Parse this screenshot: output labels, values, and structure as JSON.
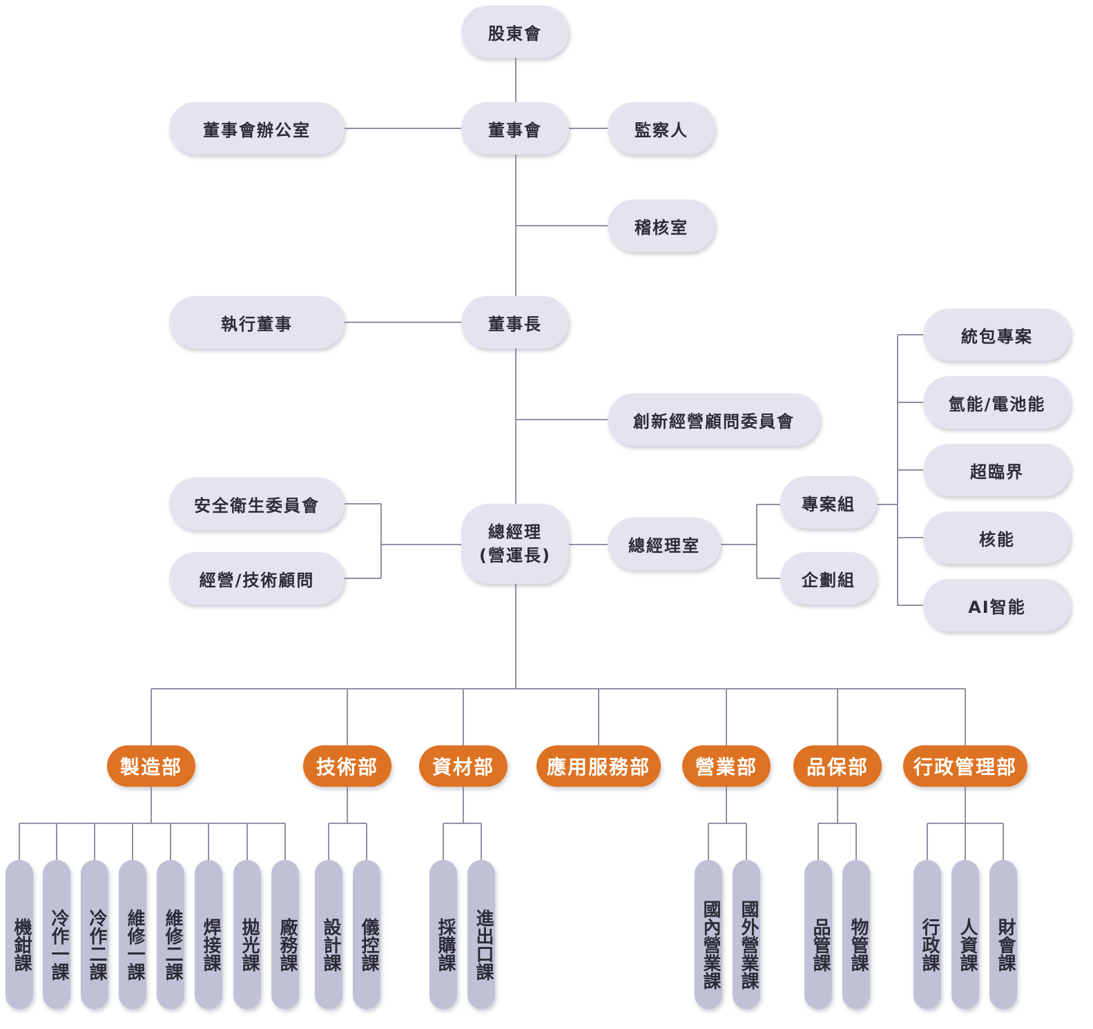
{
  "top": {
    "shareholders": "股東會",
    "board": "董事會",
    "board_office": "董事會辦公室",
    "supervisor": "監察人",
    "audit": "稽核室",
    "chairman": "董事長",
    "exec_director": "執行董事",
    "innovation_committee": "創新經營顧問委員會",
    "gm": "總經理\n(營運長)",
    "safety_committee": "安全衛生委員會",
    "advisors": "經營/技術顧問",
    "gm_office": "總經理室",
    "project_group": "專案組",
    "planning_group": "企劃組"
  },
  "projects": [
    "統包專案",
    "氫能/電池能",
    "超臨界",
    "核能",
    "AI智能"
  ],
  "departments": [
    {
      "name": "製造部",
      "sections": [
        "機鉗課",
        "冷作一課",
        "冷作二課",
        "維修一課",
        "維修二課",
        "焊接課",
        "拋光課",
        "廠務課"
      ]
    },
    {
      "name": "技術部",
      "sections": [
        "設計課",
        "儀控課"
      ]
    },
    {
      "name": "資材部",
      "sections": [
        "採購課",
        "進出口課"
      ]
    },
    {
      "name": "應用服務部",
      "sections": []
    },
    {
      "name": "營業部",
      "sections": [
        "國內營業課",
        "國外營業課"
      ]
    },
    {
      "name": "品保部",
      "sections": [
        "品管課",
        "物管課"
      ]
    },
    {
      "name": "行政管理部",
      "sections": [
        "行政課",
        "人資課",
        "財會課"
      ]
    }
  ],
  "colors": {
    "line": "#8f90a3",
    "gray_node": "#e3e4ee",
    "orange_node": "#de7223",
    "section_node": "#c0c1d6"
  }
}
